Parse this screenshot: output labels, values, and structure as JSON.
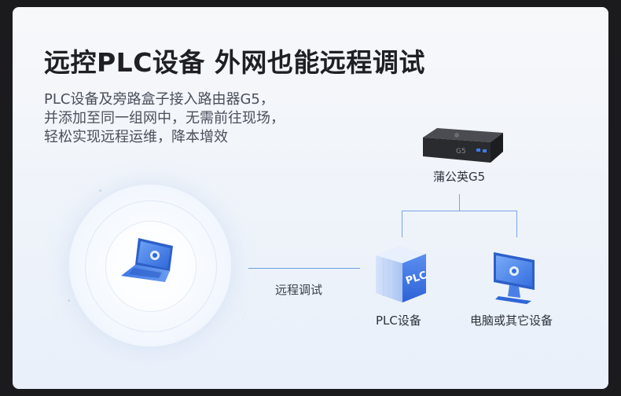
{
  "headline": "远控PLC设备 外网也能远程调试",
  "description_lines": [
    "PLC设备及旁路盒子接入路由器G5，",
    "并添加至同一组网中，无需前往现场，",
    "轻松实现远程运维，降本增效"
  ],
  "router": {
    "label": "蒲公英G5",
    "device_text": "G5"
  },
  "link": {
    "label": "远程调试"
  },
  "devices": [
    {
      "label": "PLC设备",
      "device_text": "PLC"
    },
    {
      "label": "电脑或其它设备"
    }
  ],
  "colors": {
    "accent_blue": "#3d7bea",
    "line_blue": "#7aa3e8",
    "router_body": "#2a2b2e"
  },
  "icons": {
    "laptop": "laptop-icon",
    "router": "router-icon",
    "plc": "plc-cabinet-icon",
    "monitor": "monitor-icon"
  }
}
